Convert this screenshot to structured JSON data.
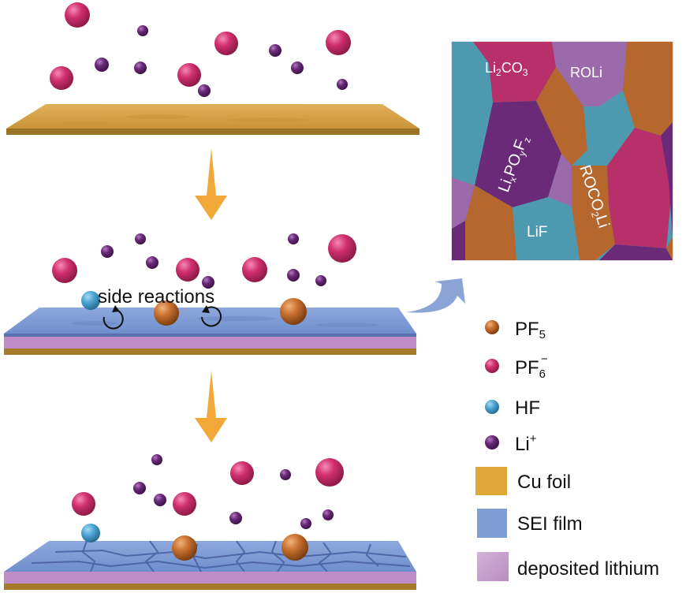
{
  "colors": {
    "pf5": "#c8702f",
    "pf6": "#d0306e",
    "hf": "#4fa6d4",
    "li": "#6a2a78",
    "cu": "#e0a83a",
    "sei": "#7f9fd4",
    "lithium": "#c49ac8",
    "arrow_down": "#f1a838",
    "arrow_curve": "#8aa4d6"
  },
  "annotations": {
    "side_reactions": "side reactions"
  },
  "sei_inset": {
    "grains": [
      {
        "name": "Li2CO3",
        "main": "Li",
        "sub": "2",
        "tail": "CO",
        "sub2": "3"
      },
      {
        "name": "ROLi",
        "text": "ROLi"
      },
      {
        "name": "LixPOyFz",
        "text": "LixPOyFz"
      },
      {
        "name": "ROCO2Li",
        "text": "ROCO2Li"
      },
      {
        "name": "LiF",
        "text": "LiF"
      }
    ]
  },
  "legend": {
    "items": [
      {
        "label": "PF",
        "sub": "5",
        "sup": "",
        "type": "sphere",
        "color": "#c8702f"
      },
      {
        "label": "PF",
        "sub": "6",
        "sup": "−",
        "type": "sphere",
        "color": "#d0306e"
      },
      {
        "label": "HF",
        "sub": "",
        "sup": "",
        "type": "sphere",
        "color": "#4fa6d4"
      },
      {
        "label": "Li",
        "sub": "",
        "sup": "+",
        "type": "sphere",
        "color": "#6a2a78"
      },
      {
        "label": "Cu foil",
        "type": "square",
        "color": "#e0a83a"
      },
      {
        "label": "SEI film",
        "type": "square",
        "color": "#7f9fd4"
      },
      {
        "label": "deposited lithium",
        "type": "square",
        "color": "#c49ac8"
      }
    ]
  }
}
